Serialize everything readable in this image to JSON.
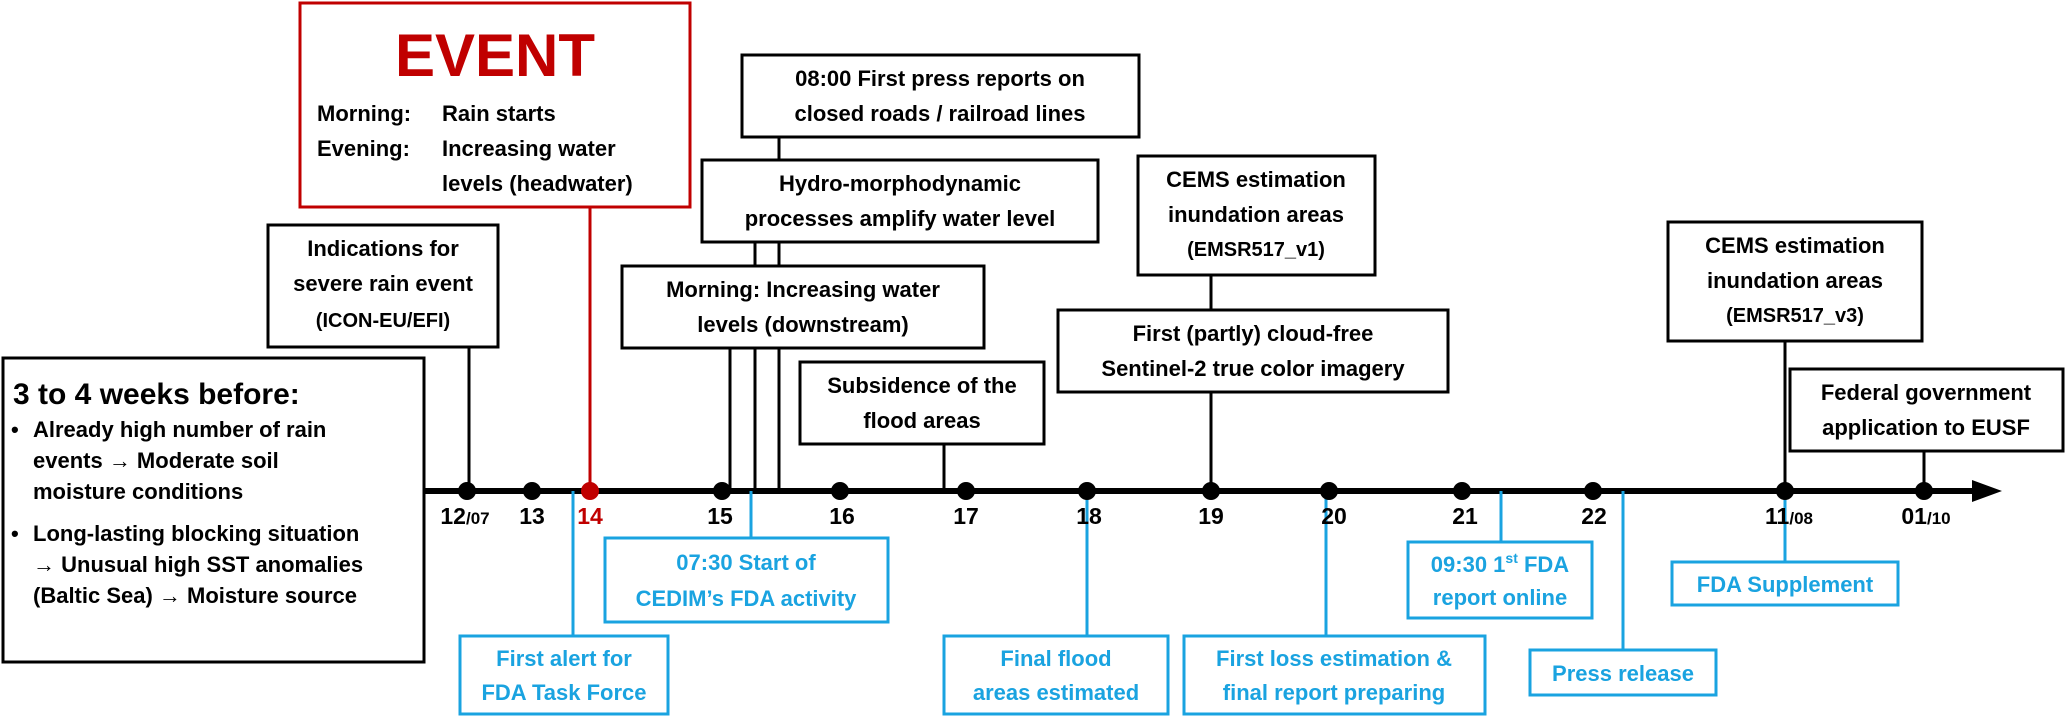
{
  "colors": {
    "black": "#000000",
    "event_red": "#c00000",
    "cedim_blue": "#1aa3e0"
  },
  "arrow": "timeline-arrow",
  "ticks": [
    {
      "day": "12",
      "month": "/07"
    },
    {
      "day": "13"
    },
    {
      "day": "14",
      "highlight": true
    },
    {
      "day": "15"
    },
    {
      "day": "16"
    },
    {
      "day": "17"
    },
    {
      "day": "18"
    },
    {
      "day": "19"
    },
    {
      "day": "20"
    },
    {
      "day": "21"
    },
    {
      "day": "22"
    },
    {
      "day": "11",
      "month": "/08"
    },
    {
      "day": "01",
      "month": "/10"
    }
  ],
  "event": {
    "title": "EVENT",
    "rows": [
      {
        "label": "Morning:",
        "text": "Rain starts"
      },
      {
        "label": "Evening:",
        "text": "Increasing water"
      },
      {
        "label": "",
        "text": "levels (headwater)"
      }
    ]
  },
  "before": {
    "title": "3 to 4 weeks before:",
    "bullets": [
      [
        "Already high number of rain",
        "events → Moderate soil",
        "moisture conditions"
      ],
      [
        "Long-lasting blocking situation",
        "→ Unusual high SST anomalies",
        "(Baltic Sea) → Moisture source"
      ]
    ]
  },
  "above_boxes": [
    {
      "id": "indications",
      "lines": [
        "Indications for",
        "severe rain event",
        "(ICON-EU/EFI)"
      ]
    },
    {
      "id": "press-reports",
      "lines": [
        "08:00 First press reports on",
        "closed roads / railroad lines"
      ]
    },
    {
      "id": "hydro",
      "lines": [
        "Hydro-morphodynamic",
        "processes amplify water level"
      ]
    },
    {
      "id": "downstream",
      "lines": [
        "Morning: Increasing water",
        "levels (downstream)"
      ]
    },
    {
      "id": "subsidence",
      "lines": [
        "Subsidence of the",
        "flood areas"
      ]
    },
    {
      "id": "cems-v1",
      "lines": [
        "CEMS estimation",
        "inundation areas",
        "(EMSR517_v1)"
      ]
    },
    {
      "id": "sentinel",
      "lines": [
        "First (partly) cloud-free",
        "Sentinel-2 true color imagery"
      ]
    },
    {
      "id": "cems-v3",
      "lines": [
        "CEMS estimation",
        "inundation areas",
        "(EMSR517_v3)"
      ]
    },
    {
      "id": "eusf",
      "lines": [
        "Federal government",
        "application to EUSF"
      ]
    }
  ],
  "below_boxes": [
    {
      "id": "first-alert",
      "lines": [
        "First alert for",
        "FDA Task Force"
      ]
    },
    {
      "id": "cedim-start",
      "lines": [
        "07:30 Start of",
        "CEDIM’s FDA activity"
      ]
    },
    {
      "id": "final-flood",
      "lines": [
        "Final flood",
        "areas estimated"
      ]
    },
    {
      "id": "loss-estimation",
      "lines": [
        "First loss estimation &",
        "final report preparing"
      ]
    },
    {
      "id": "fda-report",
      "lines": [
        "09:30 1",
        "FDA",
        "report online"
      ],
      "sup": "st"
    },
    {
      "id": "press-release",
      "lines": [
        "Press release"
      ]
    },
    {
      "id": "fda-supplement",
      "lines": [
        "FDA Supplement"
      ]
    }
  ]
}
